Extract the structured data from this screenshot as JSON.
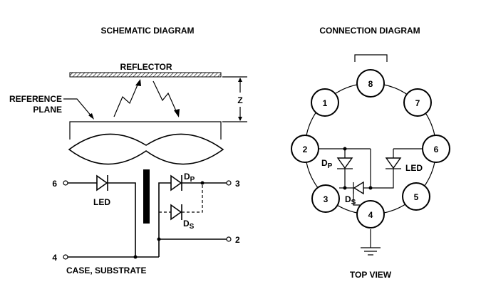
{
  "schematic": {
    "title": "SCHEMATIC DIAGRAM",
    "reflector_label": "REFLECTOR",
    "z_label": "Z",
    "reference_plane_line1": "REFERENCE",
    "reference_plane_line2": "PLANE",
    "led_label": "LED",
    "dp_main": "D",
    "dp_sub": "P",
    "ds_main": "D",
    "ds_sub": "S",
    "case_label": "CASE, SUBSTRATE",
    "pin_6": "6",
    "pin_4": "4",
    "pin_3": "3",
    "pin_2": "2"
  },
  "connection": {
    "title": "CONNECTION DIAGRAM",
    "pins": [
      "1",
      "2",
      "3",
      "4",
      "5",
      "6",
      "7",
      "8"
    ],
    "dp_main": "D",
    "dp_sub": "P",
    "ds_main": "D",
    "ds_sub": "S",
    "led_label": "LED",
    "view_label": "TOP VIEW"
  }
}
